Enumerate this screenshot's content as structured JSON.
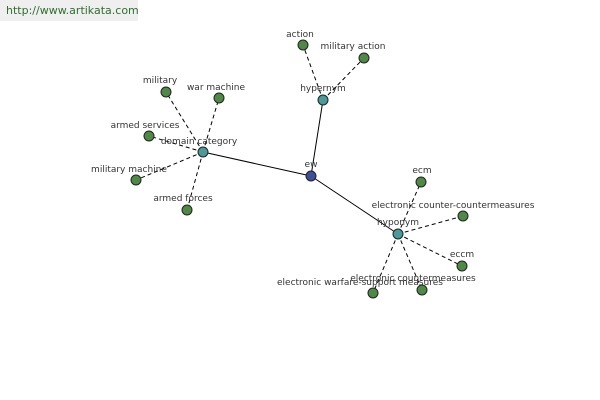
{
  "watermark": {
    "text": "http://www.artikata.com"
  },
  "colors": {
    "root": "#3d4f9a",
    "hub": "#4b9a9a",
    "leaf": "#4e8a45"
  },
  "graph": {
    "nodes": [
      {
        "id": "ew",
        "label": "ew",
        "kind": "root"
      },
      {
        "id": "hypernym",
        "label": "hypernym",
        "kind": "hub"
      },
      {
        "id": "domain",
        "label": "domain category",
        "kind": "hub"
      },
      {
        "id": "hyponym",
        "label": "hyponym",
        "kind": "hub"
      },
      {
        "id": "action",
        "label": "action",
        "kind": "leaf"
      },
      {
        "id": "military-action",
        "label": "military action",
        "kind": "leaf"
      },
      {
        "id": "military",
        "label": "military",
        "kind": "leaf"
      },
      {
        "id": "war-machine",
        "label": "war machine",
        "kind": "leaf"
      },
      {
        "id": "armed-services",
        "label": "armed services",
        "kind": "leaf"
      },
      {
        "id": "military-machine",
        "label": "military machine",
        "kind": "leaf"
      },
      {
        "id": "armed-forces",
        "label": "armed forces",
        "kind": "leaf"
      },
      {
        "id": "ecm",
        "label": "ecm",
        "kind": "leaf"
      },
      {
        "id": "eccm-full",
        "label": "electronic counter-countermeasures",
        "kind": "leaf"
      },
      {
        "id": "eccm",
        "label": "eccm",
        "kind": "leaf"
      },
      {
        "id": "ecm-full",
        "label": "electronic countermeasures",
        "kind": "leaf"
      },
      {
        "id": "ewsm",
        "label": "electronic warfare-support measures",
        "kind": "leaf"
      }
    ],
    "edges": [
      {
        "from": "ew",
        "to": "hypernym",
        "style": "solid"
      },
      {
        "from": "ew",
        "to": "domain",
        "style": "solid"
      },
      {
        "from": "ew",
        "to": "hyponym",
        "style": "solid"
      },
      {
        "from": "hypernym",
        "to": "action",
        "style": "dashed"
      },
      {
        "from": "hypernym",
        "to": "military-action",
        "style": "dashed"
      },
      {
        "from": "domain",
        "to": "military",
        "style": "dashed"
      },
      {
        "from": "domain",
        "to": "war-machine",
        "style": "dashed"
      },
      {
        "from": "domain",
        "to": "armed-services",
        "style": "dashed"
      },
      {
        "from": "domain",
        "to": "military-machine",
        "style": "dashed"
      },
      {
        "from": "domain",
        "to": "armed-forces",
        "style": "dashed"
      },
      {
        "from": "hyponym",
        "to": "ecm",
        "style": "dashed"
      },
      {
        "from": "hyponym",
        "to": "eccm-full",
        "style": "dashed"
      },
      {
        "from": "hyponym",
        "to": "eccm",
        "style": "dashed"
      },
      {
        "from": "hyponym",
        "to": "ecm-full",
        "style": "dashed"
      },
      {
        "from": "hyponym",
        "to": "ewsm",
        "style": "dashed"
      }
    ]
  }
}
